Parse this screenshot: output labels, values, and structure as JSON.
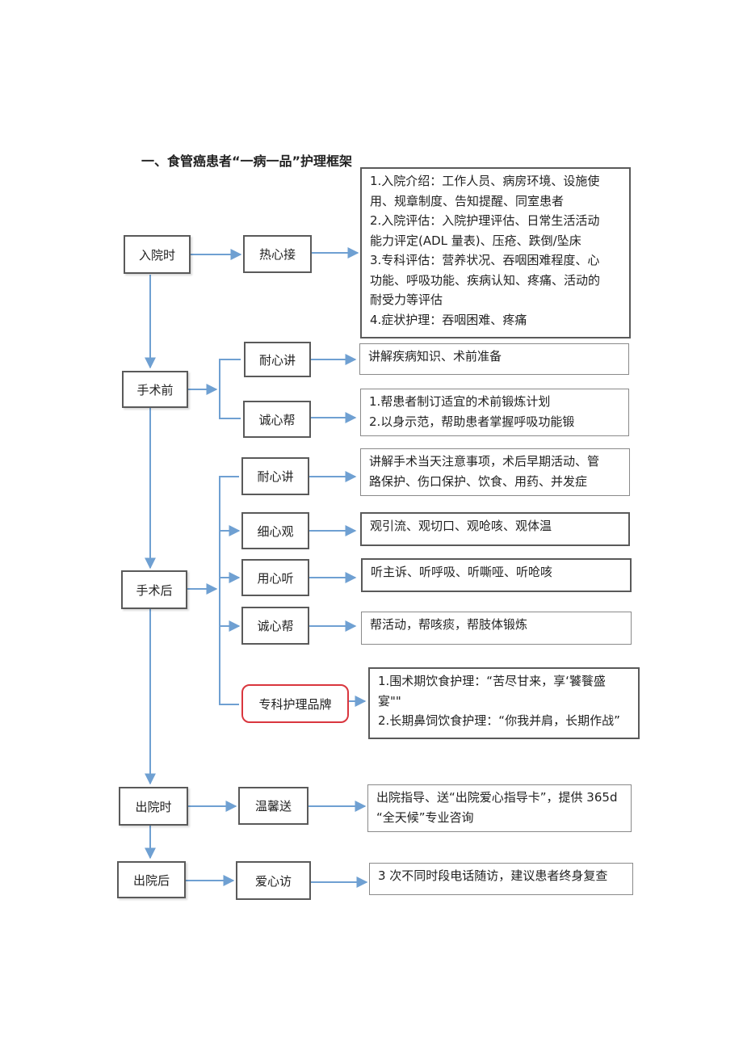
{
  "title": "一、食管癌患者“一病一品”护理框架",
  "stages": {
    "admission": "入院时",
    "preop": "手术前",
    "postop": "手术后",
    "discharge": "出院时",
    "after_discharge": "出院后"
  },
  "actions": {
    "warm_receive": "热心接",
    "preop_explain": "耐心讲",
    "preop_help": "诚心帮",
    "postop_explain": "耐心讲",
    "postop_observe": "细心观",
    "postop_listen": "用心听",
    "postop_help": "诚心帮",
    "postop_brand": "专科护理品牌",
    "discharge_send": "温馨送",
    "followup_visit": "爱心访"
  },
  "details": {
    "admission": [
      "1.入院介绍：工作人员、病房环境、设施使",
      "用、规章制度、告知提醒、同室患者",
      "2.入院评估：入院护理评估、日常生活活动",
      "能力评定(ADL 量表)、压疮、跌倒/坠床",
      "3.专科评估：营养状况、吞咽困难程度、心",
      "功能、呼吸功能、疾病认知、疼痛、活动的",
      "耐受力等评估",
      "4.症状护理：吞咽困难、疼痛"
    ],
    "preop_explain": [
      "讲解疾病知识、术前准备"
    ],
    "preop_help": [
      "1.帮患者制订适宜的术前锻炼计划",
      "2.以身示范，帮助患者掌握呼吸功能锻"
    ],
    "postop_explain": [
      "讲解手术当天注意事项，术后早期活动、管",
      "路保护、伤口保护、饮食、用药、并发症"
    ],
    "postop_observe": [
      "观引流、观切口、观呛咳、观体温"
    ],
    "postop_listen": [
      "听主诉、听呼吸、听嘶哑、听呛咳"
    ],
    "postop_help": [
      "帮活动，帮咳痰，帮肢体锻炼"
    ],
    "postop_brand": [
      "1.围术期饮食护理：“苦尽甘来，享‘饕餮盛",
      "宴\"\"",
      "2.长期鼻饲饮食护理：“你我并肩，长期作战”"
    ],
    "discharge": [
      "出院指导、送“出院爱心指导卡”，提供 365d",
      "“全天候”专业咨询"
    ],
    "after_discharge": [
      "3 次不同时段电话随访，建议患者终身复查"
    ]
  },
  "colors": {
    "arrow": "#6fa0d2",
    "box_border": "#5a5a5a",
    "brand_border": "#d9363e"
  }
}
